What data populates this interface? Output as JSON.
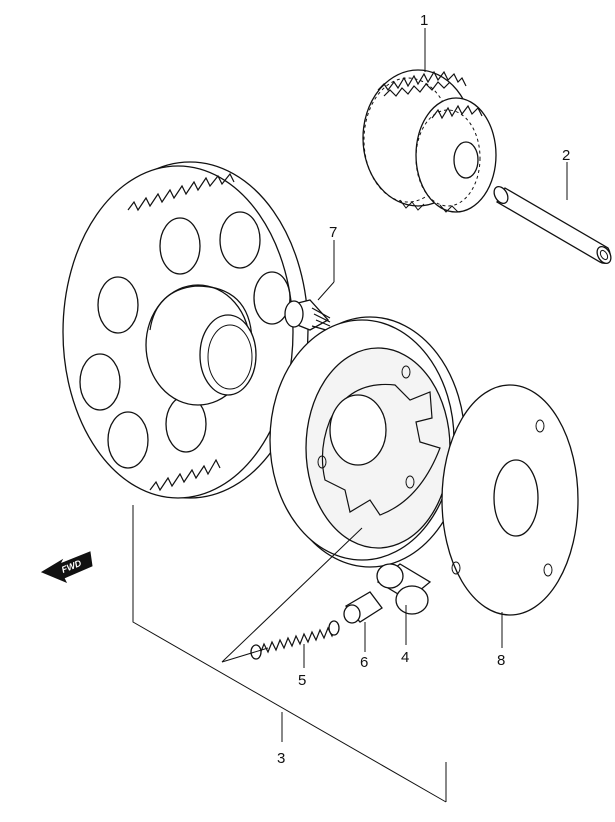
{
  "diagram": {
    "callouts": [
      {
        "id": "1",
        "text": "1"
      },
      {
        "id": "2",
        "text": "2"
      },
      {
        "id": "3",
        "text": "3"
      },
      {
        "id": "4",
        "text": "4"
      },
      {
        "id": "5",
        "text": "5"
      },
      {
        "id": "6",
        "text": "6"
      },
      {
        "id": "7",
        "text": "7"
      },
      {
        "id": "8",
        "text": "8"
      }
    ],
    "direction_marker": {
      "text": "FWD",
      "icon": "arrow-left-icon"
    }
  }
}
